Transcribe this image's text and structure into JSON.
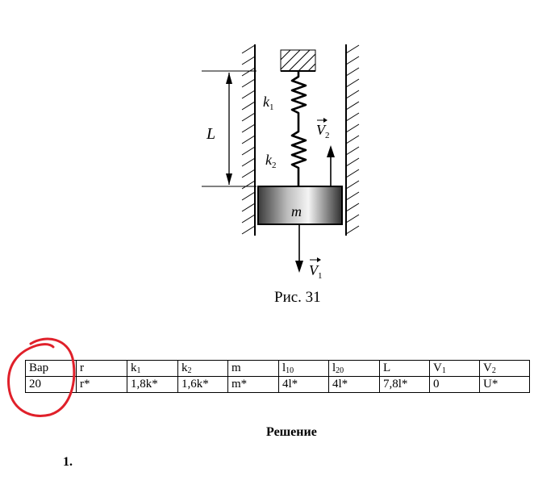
{
  "figure": {
    "label_L": "L",
    "label_k1": "k",
    "label_k1_sub": "1",
    "label_k2": "k",
    "label_k2_sub": "2",
    "label_V2": "V",
    "label_V2_sub": "2",
    "label_V1": "V",
    "label_V1_sub": "1",
    "label_m": "m",
    "caption": "Рис. 31"
  },
  "table": {
    "headers": [
      {
        "main": "Вар",
        "sub": ""
      },
      {
        "main": "r",
        "sub": ""
      },
      {
        "main": "k",
        "sub": "1"
      },
      {
        "main": "k",
        "sub": "2"
      },
      {
        "main": "m",
        "sub": ""
      },
      {
        "main": "l",
        "sub": "10"
      },
      {
        "main": "l",
        "sub": "20"
      },
      {
        "main": "L",
        "sub": ""
      },
      {
        "main": "V",
        "sub": "1"
      },
      {
        "main": "V",
        "sub": "2"
      }
    ],
    "values": [
      "20",
      "r*",
      "1,8k*",
      "1,6k*",
      "m*",
      "4l*",
      "4l*",
      "7,8l*",
      "0",
      "U*"
    ]
  },
  "solution_heading": "Решение",
  "step_number": "1.",
  "colors": {
    "annotation_circle": "#e0202a"
  }
}
